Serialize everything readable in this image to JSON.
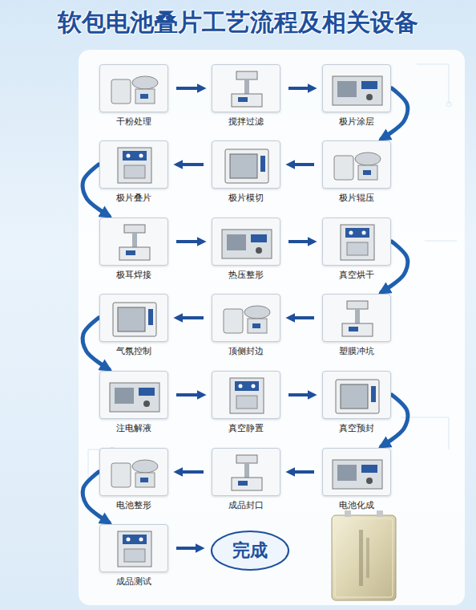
{
  "diagram": {
    "title": "软包电池叠片工艺流程及相关设备",
    "nodes": [
      {
        "text": [
          "干粉处理"
        ]
      },
      {
        "text": [
          "搅拌过滤"
        ]
      },
      {
        "text": [
          "极片涂层"
        ]
      },
      {
        "text": [
          "极片叠片"
        ]
      },
      {
        "text": [
          "极片模切"
        ]
      },
      {
        "text": [
          "极片辊压"
        ]
      },
      {
        "text": [
          "极耳焊接"
        ]
      },
      {
        "text": [
          "热压整形"
        ]
      },
      {
        "text": [
          "真空烘干"
        ]
      },
      {
        "text": [
          "气氛控制"
        ]
      },
      {
        "text": [
          "顶侧封边"
        ]
      },
      {
        "text": [
          "塑膜冲坑"
        ]
      },
      {
        "text": [
          "注电解液"
        ]
      },
      {
        "text": [
          "真空静置"
        ]
      },
      {
        "text": [
          "真空预封"
        ]
      },
      {
        "text": [
          "电池整形"
        ]
      },
      {
        "text": [
          "成品封口"
        ]
      },
      {
        "text": [
          "电池化成"
        ]
      },
      {
        "text": [
          "成品测试"
        ]
      },
      {
        "text": [
          "完成"
        ]
      }
    ],
    "edges": [
      {
        "from": 0,
        "to": 1,
        "arrow": "to"
      },
      {
        "from": 1,
        "to": 2,
        "arrow": "to"
      },
      {
        "from": 2,
        "to": 5,
        "arrow": "to"
      },
      {
        "from": 5,
        "to": 4,
        "arrow": "to"
      },
      {
        "from": 4,
        "to": 3,
        "arrow": "to"
      },
      {
        "from": 3,
        "to": 6,
        "arrow": "to"
      },
      {
        "from": 6,
        "to": 7,
        "arrow": "to"
      },
      {
        "from": 7,
        "to": 8,
        "arrow": "to"
      },
      {
        "from": 8,
        "to": 11,
        "arrow": "to"
      },
      {
        "from": 11,
        "to": 10,
        "arrow": "to"
      },
      {
        "from": 10,
        "to": 9,
        "arrow": "to"
      },
      {
        "from": 9,
        "to": 12,
        "arrow": "to"
      },
      {
        "from": 12,
        "to": 13,
        "arrow": "to"
      },
      {
        "from": 13,
        "to": 14,
        "arrow": "to"
      },
      {
        "from": 14,
        "to": 17,
        "arrow": "to"
      },
      {
        "from": 17,
        "to": 16,
        "arrow": "to"
      },
      {
        "from": 16,
        "to": 15,
        "arrow": "to"
      },
      {
        "from": 15,
        "to": 18,
        "arrow": "to"
      },
      {
        "from": 18,
        "to": 19,
        "arrow": "to"
      }
    ]
  }
}
